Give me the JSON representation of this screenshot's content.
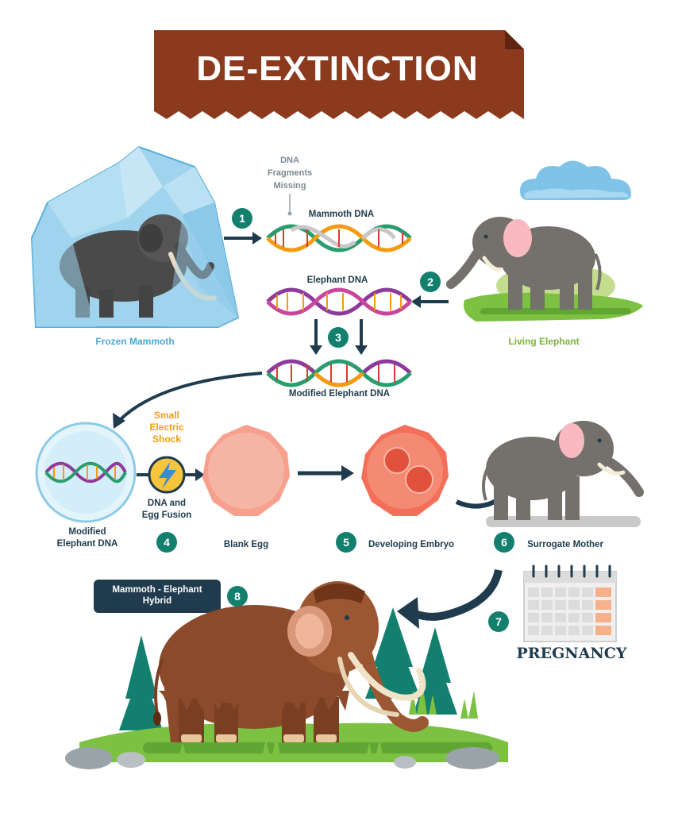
{
  "title": "DE-EXTINCTION",
  "colors": {
    "banner": "#8b3a1e",
    "accent_teal": "#13806f",
    "navy": "#1f3b4d",
    "dna_orange": "#f39c12",
    "dna_green": "#2a9d6f",
    "dna_purple": "#8e3a9c",
    "egg": "#f36f5a",
    "elephant": "#74706c",
    "mammoth": "#8b4a2a"
  },
  "top_section": {
    "frozen_mammoth_label": "Frozen Mammoth",
    "living_elephant_label": "Living Elephant",
    "dna_fragments_line1": "DNA",
    "dna_fragments_line2": "Fragments",
    "dna_fragments_line3": "Missing",
    "mammoth_dna_label": "Mammoth DNA",
    "elephant_dna_label": "Elephant DNA",
    "modified_dna_label": "Modified Elephant DNA"
  },
  "steps": {
    "s1": "1",
    "s2": "2",
    "s3": "3",
    "s4": "4",
    "s5": "5",
    "s6": "6",
    "s7": "7",
    "s8": "8"
  },
  "middle_section": {
    "modified_dna_line1": "Modified",
    "modified_dna_line2": "Elephant DNA",
    "shock_line1": "Small",
    "shock_line2": "Electric",
    "shock_line3": "Shock",
    "fusion_line1": "DNA and",
    "fusion_line2": "Egg Fusion",
    "blank_egg_label": "Blank Egg",
    "embryo_label": "Developing Embryo",
    "surrogate_label": "Surrogate Mother"
  },
  "bottom_section": {
    "hybrid_label": "Mammoth - Elephant Hybrid",
    "pregnancy_label": "PREGNANCY"
  }
}
